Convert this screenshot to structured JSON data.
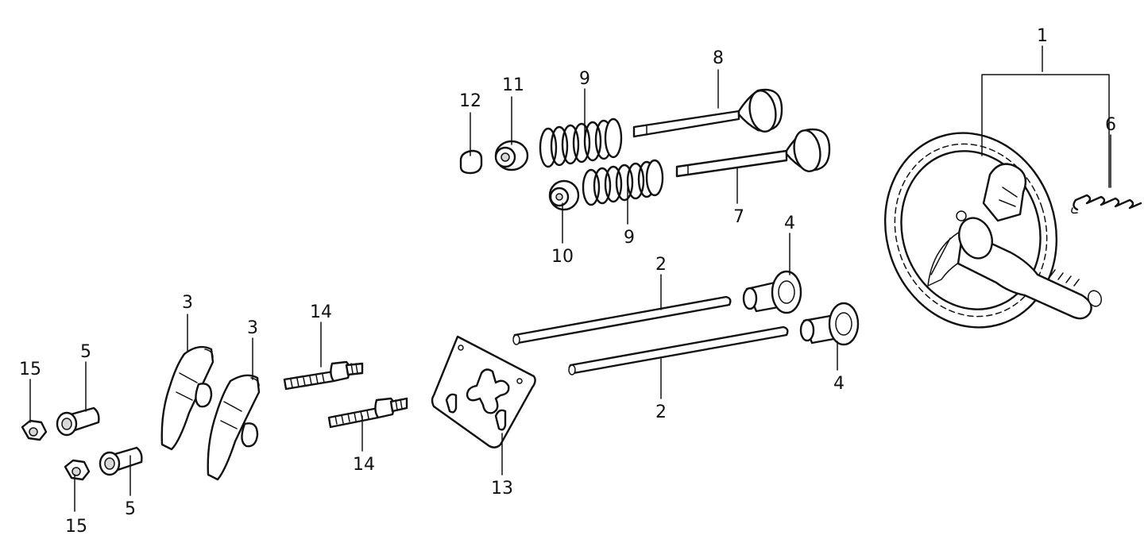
{
  "diagram": {
    "callouts": [
      {
        "id": "c1",
        "text": "1"
      },
      {
        "id": "c2a",
        "text": "2"
      },
      {
        "id": "c2b",
        "text": "2"
      },
      {
        "id": "c3a",
        "text": "3"
      },
      {
        "id": "c3b",
        "text": "3"
      },
      {
        "id": "c4a",
        "text": "4"
      },
      {
        "id": "c4b",
        "text": "4"
      },
      {
        "id": "c5a",
        "text": "5"
      },
      {
        "id": "c5b",
        "text": "5"
      },
      {
        "id": "c6",
        "text": "6"
      },
      {
        "id": "c7",
        "text": "7"
      },
      {
        "id": "c8",
        "text": "8"
      },
      {
        "id": "c9a",
        "text": "9"
      },
      {
        "id": "c9b",
        "text": "9"
      },
      {
        "id": "c10",
        "text": "10"
      },
      {
        "id": "c11",
        "text": "11"
      },
      {
        "id": "c12",
        "text": "12"
      },
      {
        "id": "c13",
        "text": "13"
      },
      {
        "id": "c14a",
        "text": "14"
      },
      {
        "id": "c14b",
        "text": "14"
      },
      {
        "id": "c15a",
        "text": "15"
      },
      {
        "id": "c15b",
        "text": "15"
      }
    ]
  }
}
